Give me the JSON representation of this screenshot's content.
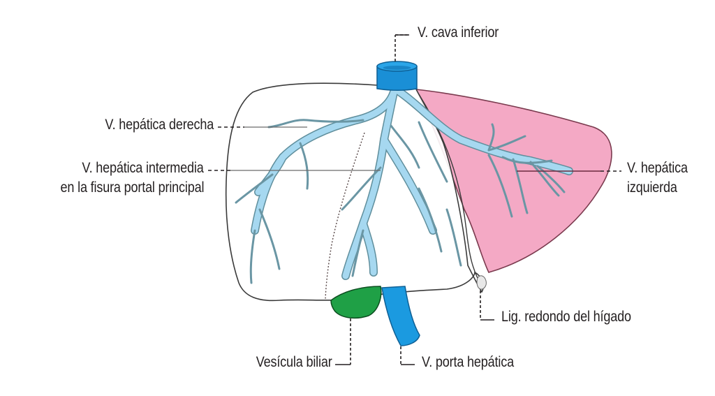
{
  "figure": {
    "subject": "Liver – hepatic veins (anterior view)",
    "colors": {
      "ivc_dark": "#1a8fd6",
      "vein_light": "#a6d8f0",
      "vein_stroke": "#5f8e9c",
      "left_lobe_pink": "#f4a9c5",
      "gallbladder_green": "#1fa046",
      "portal_vein_blue": "#1b9ae0",
      "outline": "#3a3a3a"
    }
  },
  "labels": {
    "ivc": "V. cava inferior",
    "right_hepatic": "V. hepática derecha",
    "middle_hepatic_line1": "V. hepática intermedia",
    "middle_hepatic_line2": "en la fisura portal principal",
    "left_hepatic_line1": "V. hepática",
    "left_hepatic_line2": "izquierda",
    "round_ligament": "Lig. redondo del hígado",
    "gallbladder": "Vesícula biliar",
    "portal_vein": "V. porta hepática"
  }
}
